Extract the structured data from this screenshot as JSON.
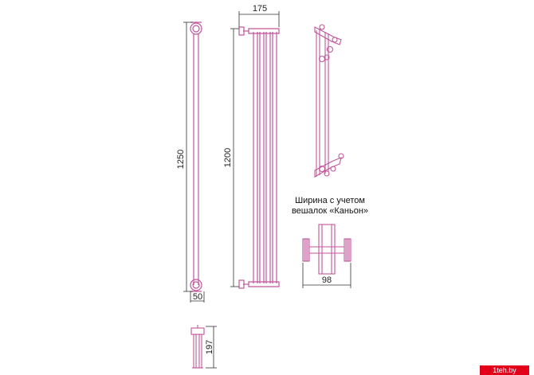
{
  "colors": {
    "line": "#c0569c",
    "dimension": "#333333",
    "watermark_bg": "#e2001a",
    "watermark_text": "#ffffff"
  },
  "dimensions": {
    "side_height": "1250",
    "side_width": "50",
    "front_height": "1200",
    "front_width": "175",
    "top_width": "98",
    "bottom_depth": "197"
  },
  "note": {
    "line1": "Ширина с учетом",
    "line2": "вешалок «Каньон»"
  },
  "watermark": {
    "text": "1teh.by"
  }
}
